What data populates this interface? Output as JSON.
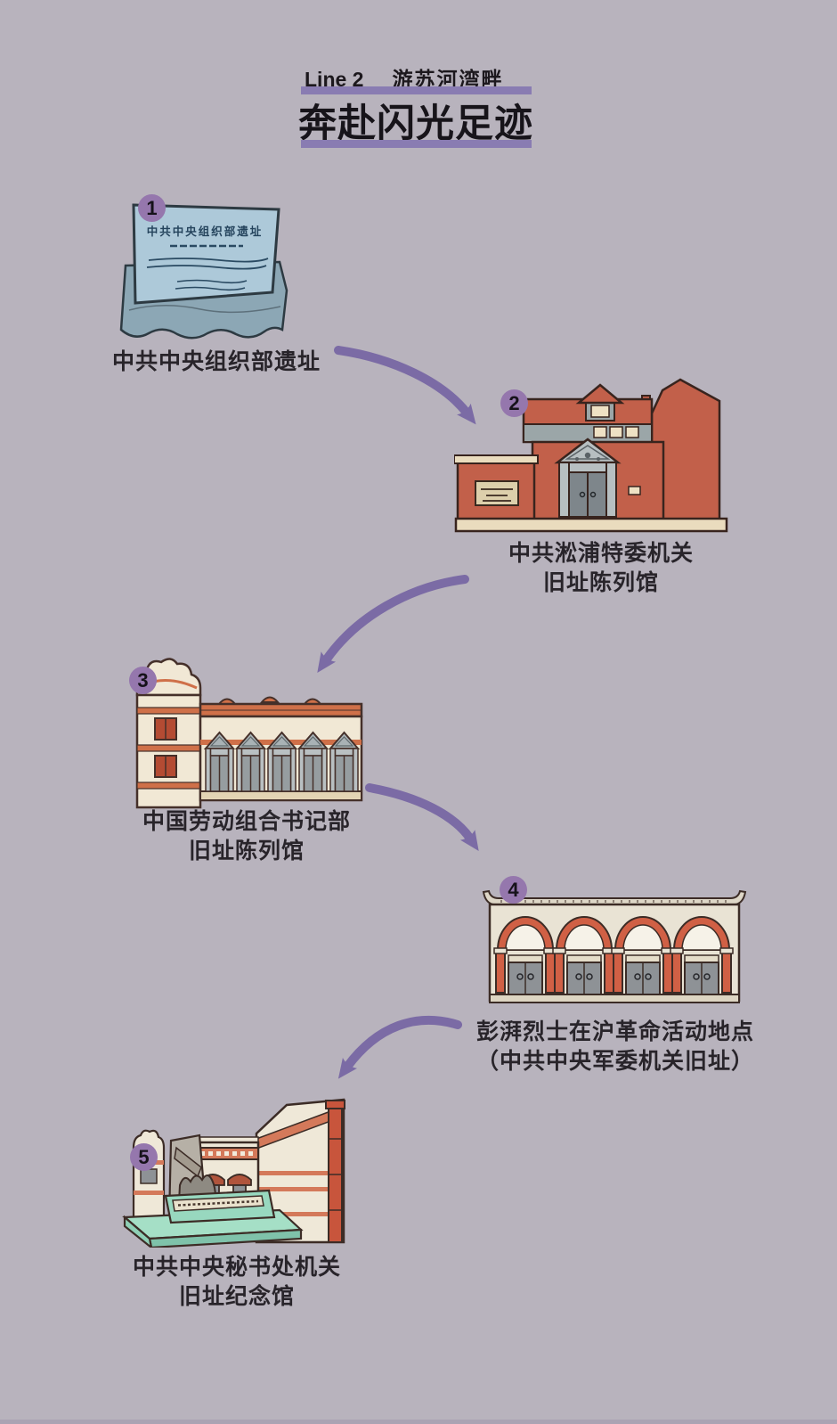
{
  "page": {
    "background_color": "#b8b3bd",
    "accent_bar_color": "#897cb2",
    "arrow_color": "#7b6ba5",
    "badge_color": "#9577ad",
    "text_color": "#28242a",
    "building_red": "#c2604a",
    "trim_orange": "#cf7049",
    "stone_gray": "#b7bfc1",
    "cream": "#eadcbe",
    "platform_green": "#a5dfc6"
  },
  "header": {
    "line_label": "Line 2",
    "route_name": "游苏河湾畔",
    "title": "奔赴闪光足迹"
  },
  "stops": [
    {
      "number": "1",
      "name": "中共中央组织部遗址",
      "label_lines": [
        "中共中央组织部遗址"
      ],
      "illustration": "stone-monument",
      "plaque_title": "中共中央组织部遗址"
    },
    {
      "number": "2",
      "name": "中共淞浦特委机关旧址陈列馆",
      "label_lines": [
        "中共淞浦特委机关",
        "旧址陈列馆"
      ],
      "illustration": "red-brick-shikumen-house"
    },
    {
      "number": "3",
      "name": "中国劳动组合书记部旧址陈列馆",
      "label_lines": [
        "中国劳动组合书记部",
        "旧址陈列馆"
      ],
      "illustration": "shikumen-terrace-row"
    },
    {
      "number": "4",
      "name": "彭湃烈士在沪革命活动地点（中共中央军委机关旧址）",
      "label_lines": [
        "彭湃烈士在沪革命活动地点",
        "（中共中央军委机关旧址）"
      ],
      "illustration": "arched-arcade-building"
    },
    {
      "number": "5",
      "name": "中共中央秘书处机关旧址纪念馆",
      "label_lines": [
        "中共中央秘书处机关",
        "旧址纪念馆"
      ],
      "illustration": "memorial-hall-with-statue"
    }
  ]
}
